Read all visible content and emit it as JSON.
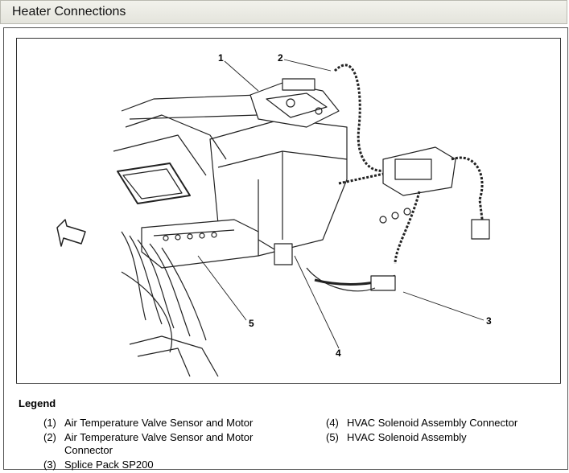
{
  "header": {
    "title": "Heater Connections"
  },
  "diagram": {
    "callouts": [
      "1",
      "2",
      "3",
      "4",
      "5"
    ]
  },
  "legend": {
    "title": "Legend",
    "items": [
      {
        "num": "(1)",
        "label": "Air Temperature Valve Sensor and Motor"
      },
      {
        "num": "(2)",
        "label": "Air Temperature Valve Sensor and Motor Connector"
      },
      {
        "num": "(3)",
        "label": "Splice Pack SP200"
      },
      {
        "num": "(4)",
        "label": "HVAC Solenoid Assembly Connector"
      },
      {
        "num": "(5)",
        "label": "HVAC Solenoid Assembly"
      }
    ]
  }
}
